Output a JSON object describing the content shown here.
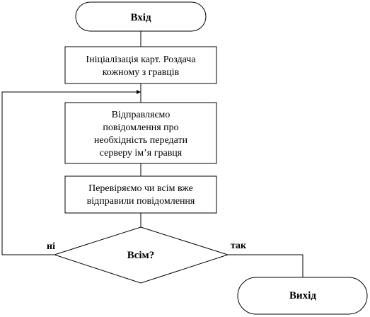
{
  "flowchart": {
    "start": "Вхід",
    "step1": [
      "Ініціалізація карт. Роздача",
      "кожному з гравців"
    ],
    "step2": [
      "Відправляємо",
      "повідомлення про",
      "необхідність передати",
      "серверу ім’я гравця"
    ],
    "step3": [
      "Перевіряємо чи всім вже",
      "відправили повідомлення"
    ],
    "decision": "Всім?",
    "branch_no": "ні",
    "branch_yes": "так",
    "end": "Вихід"
  }
}
